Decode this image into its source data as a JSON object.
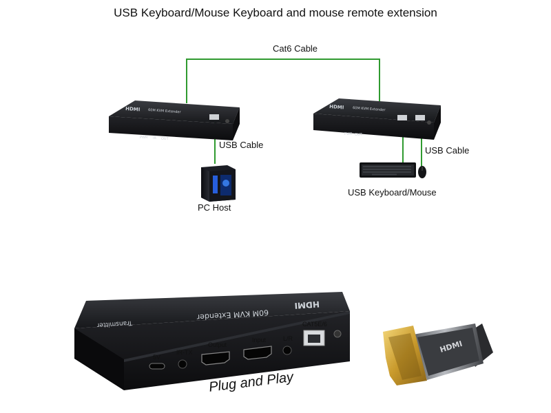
{
  "title": "USB Keyboard/Mouse Keyboard and mouse remote extension",
  "cable_label": "Cat6 Cable",
  "left_usb_label": "USB Cable",
  "right_usb_label": "USB Cable",
  "pc_label": "PC Host",
  "kbm_label": "USB Keyboard/Mouse",
  "slogan": "Plug and Play",
  "device": {
    "brand": "HDMI",
    "model": "60M KVM Extender",
    "role": "Transmitter",
    "small_pwr": "PWR",
    "small_ir": "IR",
    "small_out": "OUT",
    "small_usb": "USB PC",
    "small_edid": "EDID",
    "small_keyboard": "Keyboard",
    "small_mouse": "Mouse"
  },
  "ports": {
    "p5v": "5V",
    "irtx": "IR-TX",
    "output": "Output",
    "input": "Input",
    "lr": "L/R",
    "cat": "CAT5E/6"
  },
  "colors": {
    "cable": "#2f9a2f",
    "box": "#1c1d20",
    "connector": "#c9a13b"
  }
}
